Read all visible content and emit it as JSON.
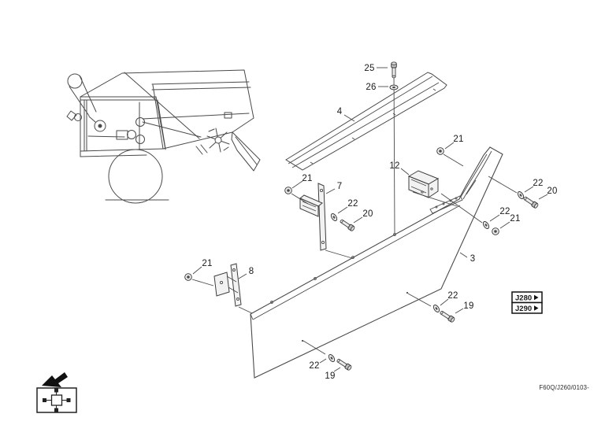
{
  "page": {
    "background": "#ffffff",
    "figure_code": "F60Q/J260/0103-"
  },
  "nav": {
    "refs": [
      {
        "label": "J280",
        "icon": "▶"
      },
      {
        "label": "J290",
        "icon": "▶"
      }
    ]
  },
  "callouts": [
    {
      "label": "25"
    },
    {
      "label": "26"
    },
    {
      "label": "4"
    },
    {
      "label": "12"
    },
    {
      "label": "21"
    },
    {
      "label": "7"
    },
    {
      "label": "21"
    },
    {
      "label": "22"
    },
    {
      "label": "20"
    },
    {
      "label": "22"
    },
    {
      "label": "20"
    },
    {
      "label": "22"
    },
    {
      "label": "21"
    },
    {
      "label": "3"
    },
    {
      "label": "8"
    },
    {
      "label": "21"
    },
    {
      "label": "22"
    },
    {
      "label": "19"
    },
    {
      "label": "22"
    },
    {
      "label": "19"
    }
  ],
  "colors": {
    "line": "#4a4a4a",
    "label": "#1a1a1a",
    "metal": "#f2f2f2"
  }
}
